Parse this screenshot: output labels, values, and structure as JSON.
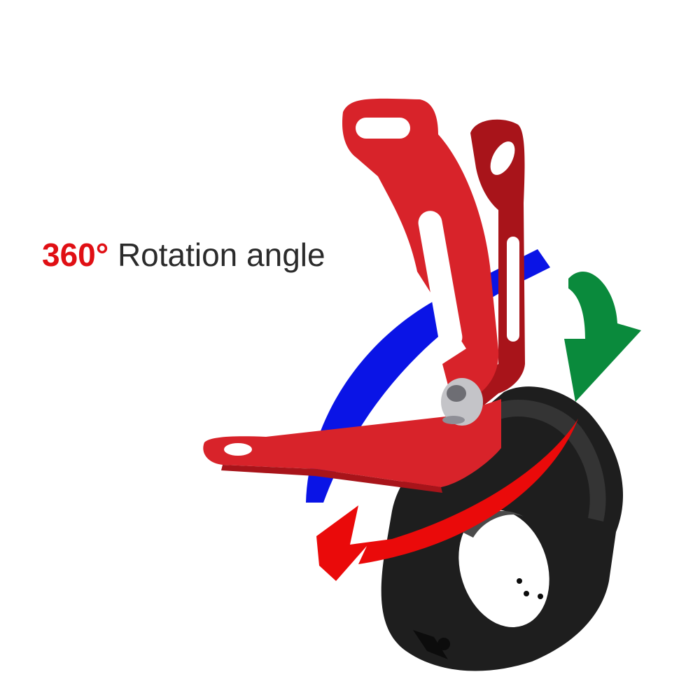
{
  "caption": {
    "degrees": "360°",
    "text": "Rotation angle"
  },
  "colors": {
    "degrees_text": "#e00f14",
    "caption_text": "#2b2b2b",
    "bracket": "#d8232a",
    "bracket_shadow": "#a8141a",
    "clamp": "#1e1e1e",
    "arrow_blue": "#0a14e6",
    "arrow_green": "#0a8a3c",
    "arrow_red": "#ea0a0a",
    "bolt": "#c4c4c8"
  },
  "icons": {
    "rotation_arrows": [
      "blue-arc-arrow",
      "green-curved-arrow",
      "red-arc-arrow"
    ],
    "product": "red-bracket-with-black-clamp"
  }
}
